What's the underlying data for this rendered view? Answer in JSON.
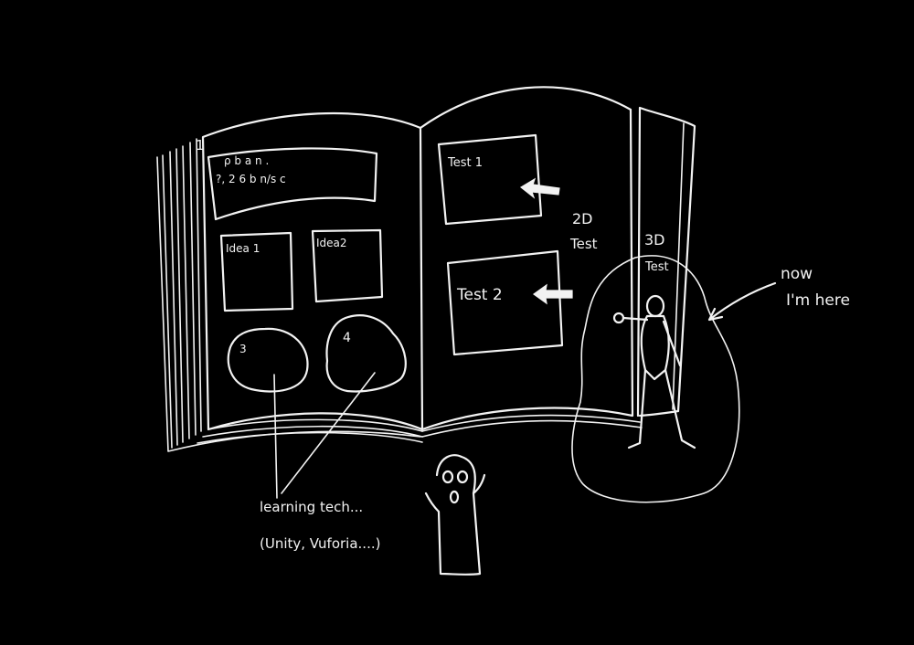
{
  "left_page": {
    "page_number": "1",
    "scribble_line1": "ρ  b  a  n .",
    "scribble_line2": "?, 2  6  b  n/s  c",
    "idea1_label": "Idea 1",
    "idea2_label": "Idea2",
    "blob3_label": "3",
    "blob4_label": "4"
  },
  "right_page": {
    "test1_label": "Test 1",
    "test2_label": "Test 2",
    "label_2d_line1": "2D",
    "label_2d_line2": "Test",
    "label_3d_line1": "3D",
    "label_3d_line2": "Test"
  },
  "annotations": {
    "now_line1": "now",
    "now_line2": "I'm here",
    "learning_line1": "learning tech...",
    "learning_line2": "(Unity, Vuforia....)"
  },
  "colors": {
    "background": "#000000",
    "ink": "#f2f2f2"
  }
}
